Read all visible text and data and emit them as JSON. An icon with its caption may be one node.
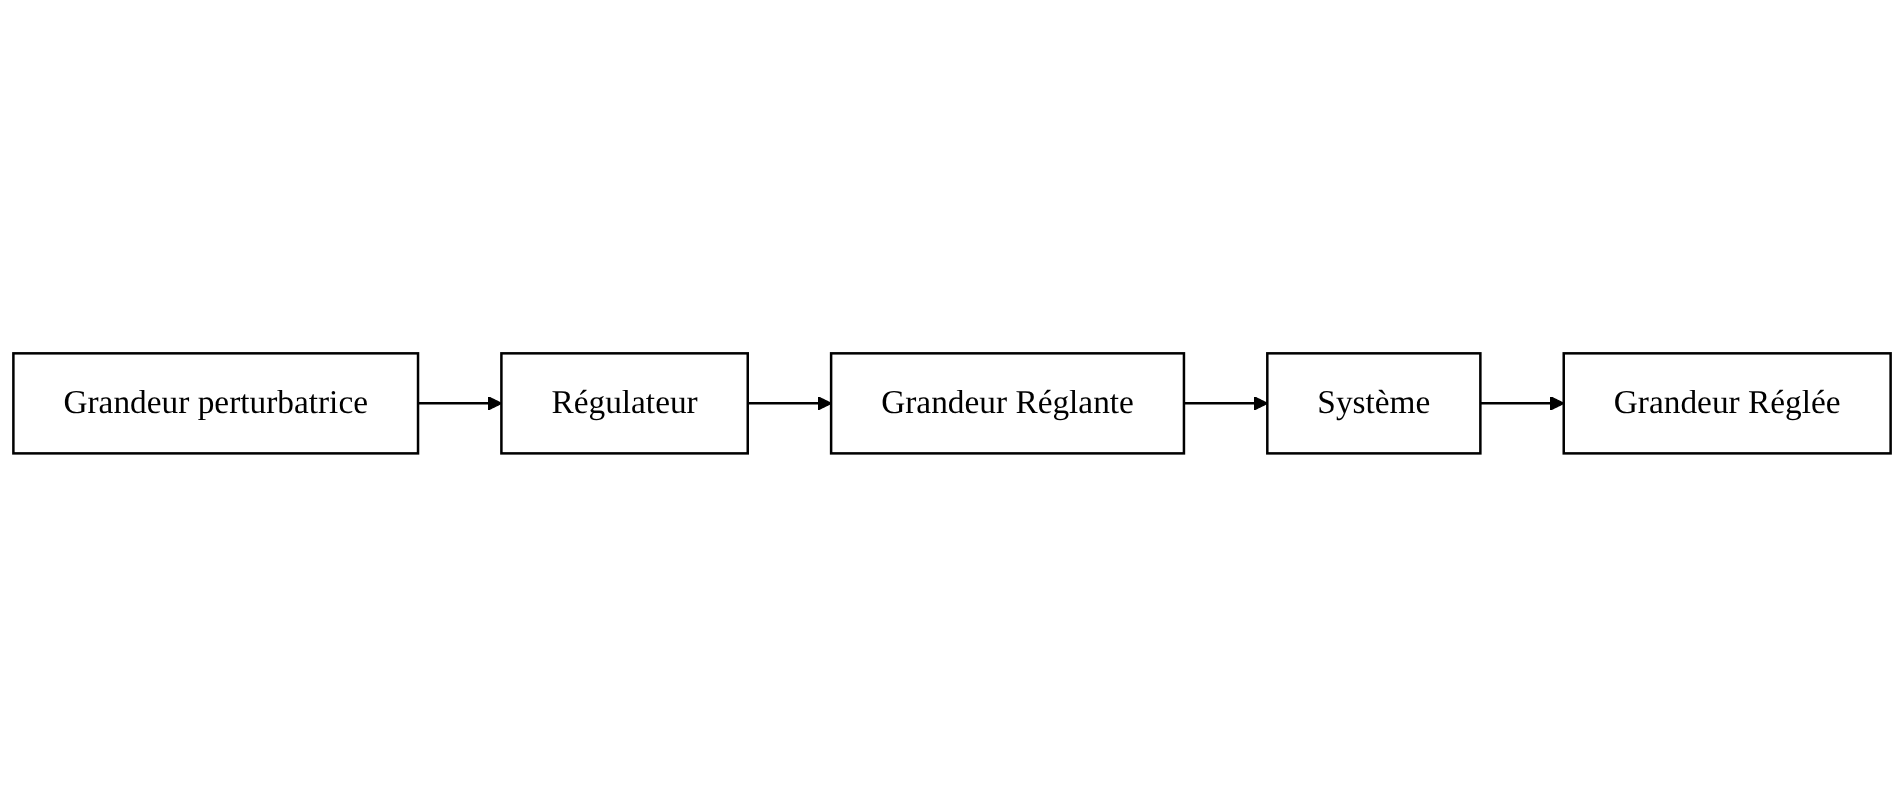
{
  "diagram": {
    "nodes": [
      {
        "text": [
          "Grandeur perturbatrice"
        ]
      },
      {
        "text": [
          "Régulateur"
        ]
      },
      {
        "text": [
          "Grandeur Réglante"
        ]
      },
      {
        "text": [
          "Système"
        ]
      },
      {
        "text": [
          "Grandeur Réglée"
        ]
      }
    ],
    "edges": [
      {
        "from": 0,
        "to": 1,
        "arrow": "to"
      },
      {
        "from": 1,
        "to": 2,
        "arrow": "to"
      },
      {
        "from": 2,
        "to": 3,
        "arrow": "to"
      },
      {
        "from": 3,
        "to": 4,
        "arrow": "to"
      }
    ]
  }
}
